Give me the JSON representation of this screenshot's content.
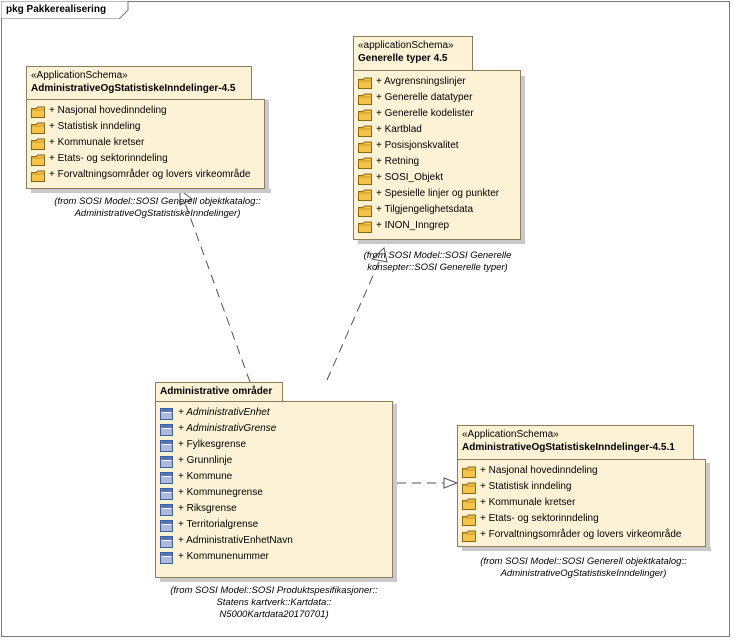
{
  "frame": {
    "title": "pkg Pakkerealisering"
  },
  "packages": {
    "adm45": {
      "stereotype": "«ApplicationSchema»",
      "name": "AdministrativeOgStatistiskeInndelinger-4.5",
      "items": [
        "+ Nasjonal hovedinndeling",
        "+ Statistisk inndeling",
        "+ Kommunale kretser",
        "+ Etats- og sektorinndeling",
        "+ Forvaltningsområder og lovers virkeområde"
      ],
      "from": [
        "(from SOSI Model::SOSI Generell objektkatalog::",
        "AdministrativeOgStatistiskeInndelinger)"
      ]
    },
    "gen": {
      "stereotype": "«applicationSchema»",
      "name": "Generelle typer 4.5",
      "items": [
        "+ Avgrensningslinjer",
        "+ Generelle datatyper",
        "+ Generelle kodelister",
        "+ Kartblad",
        "+ Posisjonskvalitet",
        "+ Retning",
        "+ SOSI_Objekt",
        "+ Spesielle linjer og punkter",
        "+ Tilgjengelighetsdata",
        "+ INON_Inngrep"
      ],
      "from": [
        "(from SOSI Model::SOSI Generelle",
        "konsepter::SOSI Generelle typer)"
      ]
    },
    "admomr": {
      "name": "Administrative områder",
      "items": [
        {
          "label": "+ AdministrativEnhet",
          "italic": true
        },
        {
          "label": "+ AdministrativGrense",
          "italic": true
        },
        {
          "label": "+ Fylkesgrense",
          "italic": false
        },
        {
          "label": "+ Grunnlinje",
          "italic": false
        },
        {
          "label": "+ Kommune",
          "italic": false
        },
        {
          "label": "+ Kommunegrense",
          "italic": false
        },
        {
          "label": "+ Riksgrense",
          "italic": false
        },
        {
          "label": "+ Territorialgrense",
          "italic": false
        },
        {
          "label": "+ AdministrativEnhetNavn",
          "italic": false
        },
        {
          "label": "+ Kommunenummer",
          "italic": false
        }
      ],
      "from": [
        "(from SOSI Model::SOSI Produktspesifikasjoner::",
        "Statens kartverk::Kartdata::",
        "N5000Kartdata20170701)"
      ]
    },
    "adm451": {
      "stereotype": "«ApplicationSchema»",
      "name": "AdministrativeOgStatistiskeInndelinger-4.5.1",
      "items": [
        "+ Nasjonal hovedinndeling",
        "+ Statistisk inndeling",
        "+ Kommunale kretser",
        "+ Etats- og sektorinndeling",
        "+ Forvaltningsområder og lovers virkeområde"
      ],
      "from": [
        "(from SOSI Model::SOSI Generell objektkatalog::",
        "AdministrativeOgStatistiskeInndelinger)"
      ]
    }
  },
  "colors": {
    "package_fill": "#fdf2d6",
    "package_border": "#8c7d5e",
    "folder_fill": "#f3c34a",
    "class_icon": "#5876b8",
    "line": "#555555"
  }
}
